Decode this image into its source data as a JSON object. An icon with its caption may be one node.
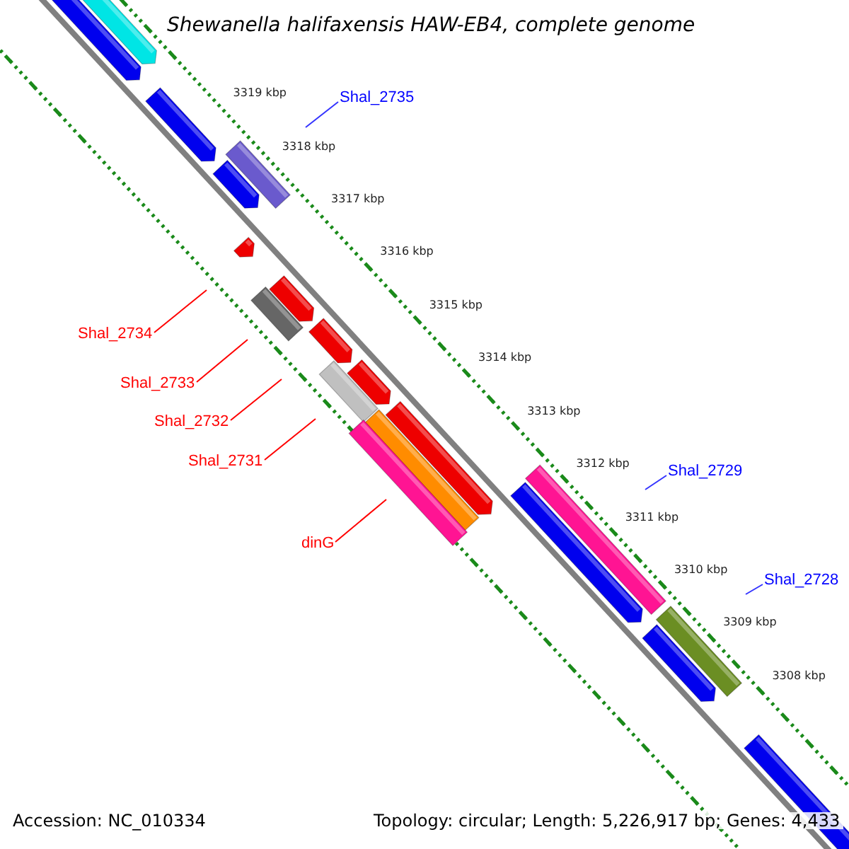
{
  "diagram": {
    "title": "Shewanella halifaxensis HAW-EB4, complete genome",
    "nodes": [
      {
        "text": [
          "Shal_2735"
        ]
      },
      {
        "text": [
          "Shal_2734"
        ]
      },
      {
        "text": [
          "Shal_2733"
        ]
      },
      {
        "text": [
          "Shal_2732"
        ]
      },
      {
        "text": [
          "Shal_2731"
        ]
      },
      {
        "text": [
          "dinG"
        ]
      },
      {
        "text": [
          "Shal_2729"
        ]
      },
      {
        "text": [
          "Shal_2728"
        ]
      }
    ],
    "edges": [
      {
        "from": 0,
        "to": null,
        "arrow": "none",
        "color": "#3333ff"
      },
      {
        "from": 1,
        "to": null,
        "arrow": "none"
      },
      {
        "from": 2,
        "to": null,
        "arrow": "none"
      },
      {
        "from": 3,
        "to": null,
        "arrow": "none"
      },
      {
        "from": 4,
        "to": null,
        "arrow": "none"
      },
      {
        "from": 5,
        "to": null,
        "arrow": "none"
      },
      {
        "from": 6,
        "to": null,
        "arrow": "none",
        "color": "#3333ff"
      },
      {
        "from": 7,
        "to": null,
        "arrow": "none",
        "color": "#3333ff"
      }
    ],
    "labels": [
      "3319 kbp",
      "3318 kbp",
      "3317 kbp",
      "3316 kbp",
      "3315 kbp",
      "3314 kbp",
      "3313 kbp",
      "3312 kbp",
      "3311 kbp",
      "3310 kbp",
      "3309 kbp",
      "3308 kbp",
      "Accession: NC_010334",
      "Topology: circular; Length: 5,226,917 bp; Genes: 4,433"
    ]
  }
}
